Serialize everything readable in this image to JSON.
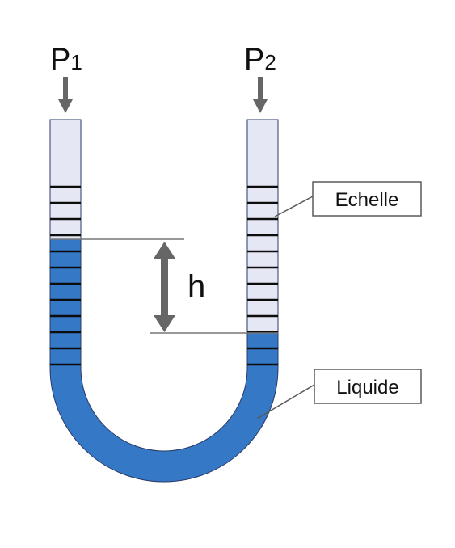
{
  "labels": {
    "p1_main": "P",
    "p1_sub": "1",
    "p2_main": "P",
    "p2_sub": "2",
    "height": "h",
    "scale": "Echelle",
    "liquid": "Liquide"
  },
  "colors": {
    "liquid": "#3578c6",
    "tube_empty": "#e6e7f4",
    "tube_outline": "#2a3a66",
    "tick": "#0d0d0d",
    "arrow": "#666666",
    "guide_line": "#777777",
    "callout": "#5a5a5a"
  },
  "icons": {
    "pressure_arrow": "arrow-down-icon",
    "height_arrow": "double-arrow-vertical-icon"
  }
}
